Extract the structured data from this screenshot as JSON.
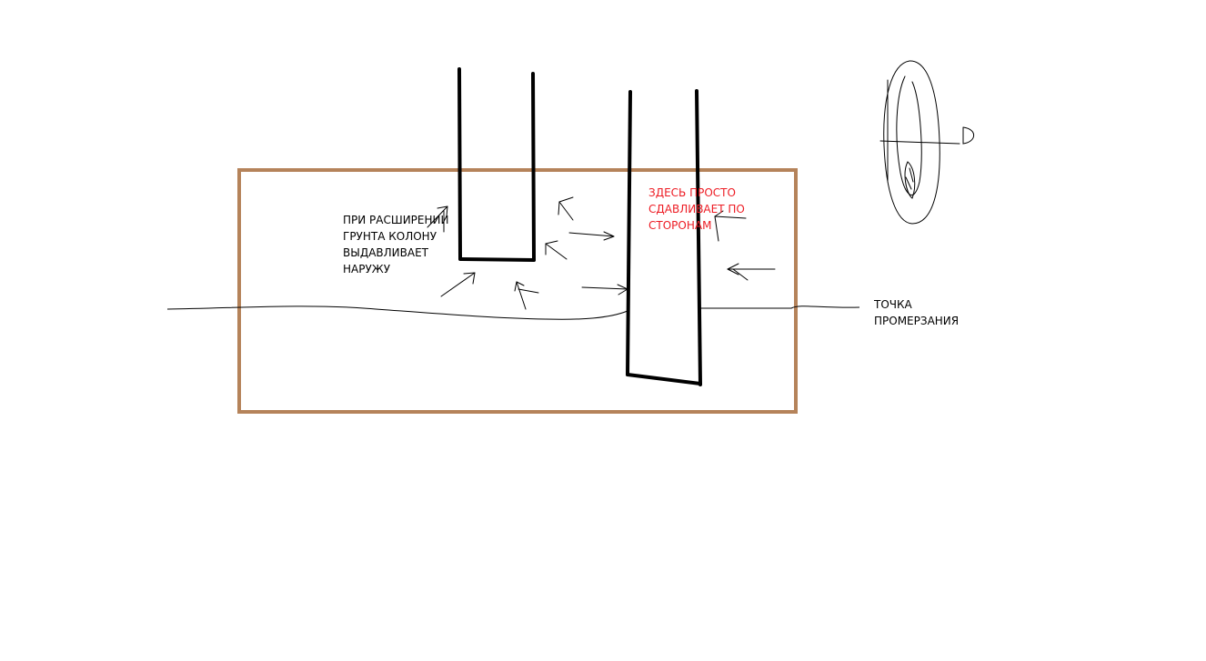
{
  "labels": {
    "expansion": {
      "lines": [
        "ПРИ РАСШИРЕНИИ",
        "ГРУНТА КОЛОНУ",
        "ВЫДАВЛИВАЕТ",
        "НАРУЖУ"
      ]
    },
    "squeeze": {
      "lines": [
        "ЗДЕСЬ ПРОСТО",
        "СДАВЛИВАЕТ ПО",
        "СТОРОНАМ"
      ]
    },
    "freeze_point": {
      "lines": [
        "ТОЧКА",
        "ПРОМЕРЗАНИЯ"
      ]
    },
    "sketch_letter": "D"
  },
  "colors": {
    "soil_border": "#b5835a",
    "ink": "#000000",
    "accent_text": "#ed1c24"
  }
}
